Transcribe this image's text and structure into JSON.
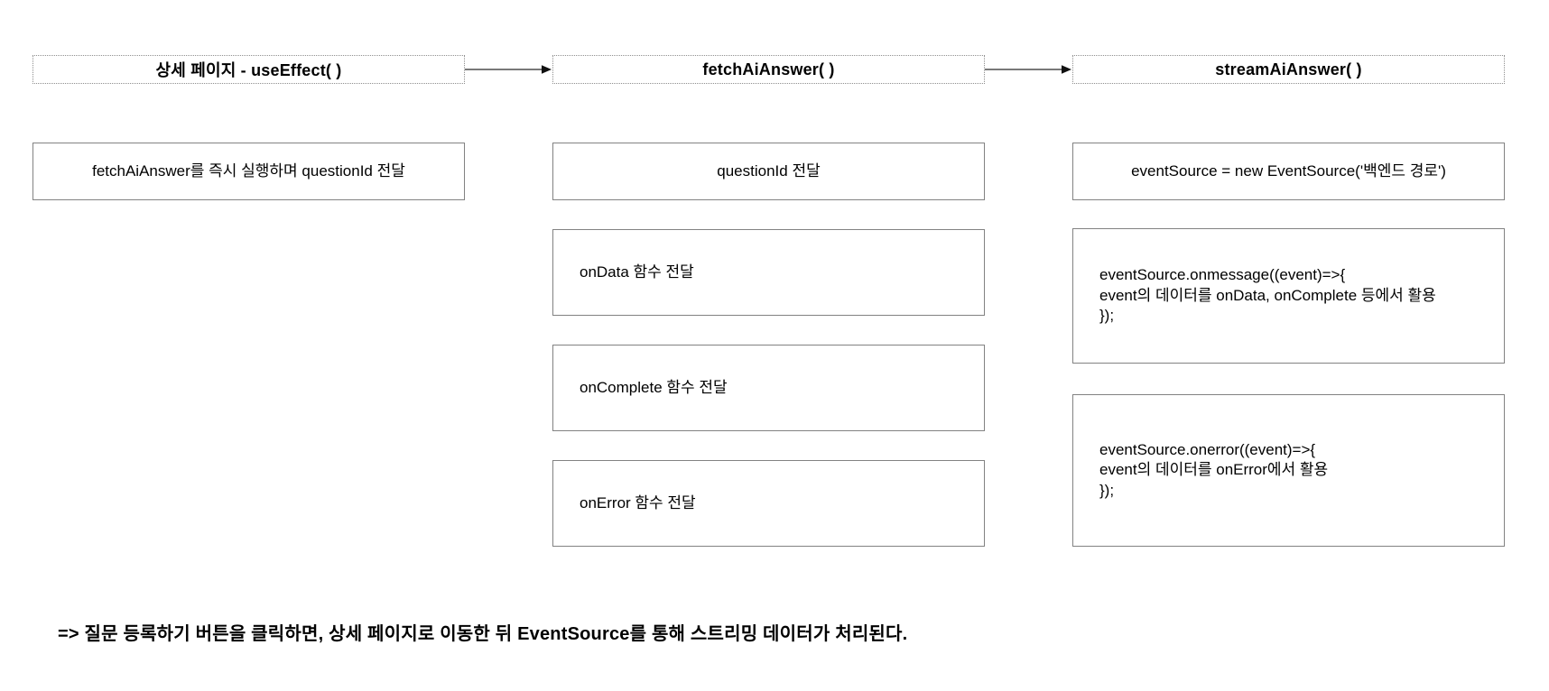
{
  "diagram": {
    "headers": [
      {
        "label": "상세 페이지 - useEffect( )"
      },
      {
        "label": "fetchAiAnswer( )"
      },
      {
        "label": "streamAiAnswer( )"
      }
    ],
    "columns": [
      {
        "boxes": [
          {
            "align": "center",
            "lines": [
              "fetchAiAnswer를 즉시 실행하며 questionId 전달"
            ]
          }
        ]
      },
      {
        "boxes": [
          {
            "align": "center",
            "lines": [
              "questionId 전달"
            ]
          },
          {
            "align": "left",
            "lines": [
              "onData 함수 전달"
            ]
          },
          {
            "align": "left",
            "lines": [
              "onComplete 함수 전달"
            ]
          },
          {
            "align": "left",
            "lines": [
              "onError 함수 전달"
            ]
          }
        ]
      },
      {
        "boxes": [
          {
            "align": "center",
            "lines": [
              "eventSource = new EventSource('백엔드 경로')"
            ]
          },
          {
            "align": "left",
            "lines": [
              "eventSource.onmessage((event)=>{",
              "event의 데이터를 onData, onComplete 등에서 활용",
              "});"
            ]
          },
          {
            "align": "left",
            "lines": [
              "eventSource.onerror((event)=>{",
              "event의 데이터를 onError에서 활용",
              "});"
            ]
          }
        ]
      }
    ],
    "note": "=> 질문 등록하기 버튼을 클릭하면, 상세 페이지로 이동한 뒤 EventSource를 통해 스트리밍 데이터가 처리된다.",
    "colors": {
      "background": "#ffffff",
      "solid_border": "#828282",
      "dotted_border": "#8f8f8f",
      "arrow": "#4d4d4d",
      "text": "#000000"
    }
  }
}
